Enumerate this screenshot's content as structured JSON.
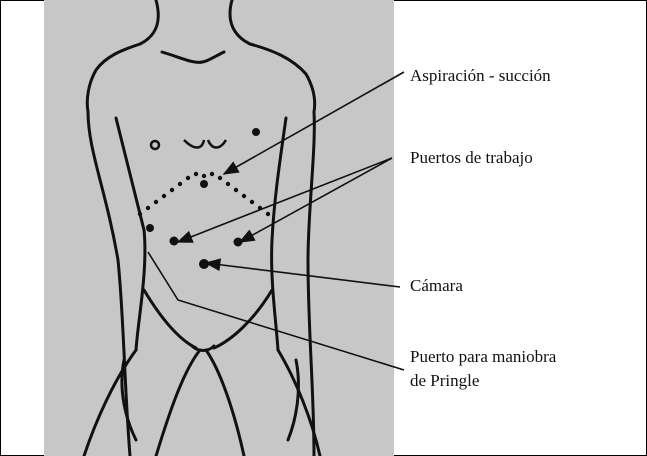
{
  "labels": {
    "aspiration": "Aspiración - succión",
    "working_ports": "Puertos de trabajo",
    "camera": "Cámara",
    "pringle_line1": "Puerto para maniobra",
    "pringle_line2": "de Pringle"
  }
}
